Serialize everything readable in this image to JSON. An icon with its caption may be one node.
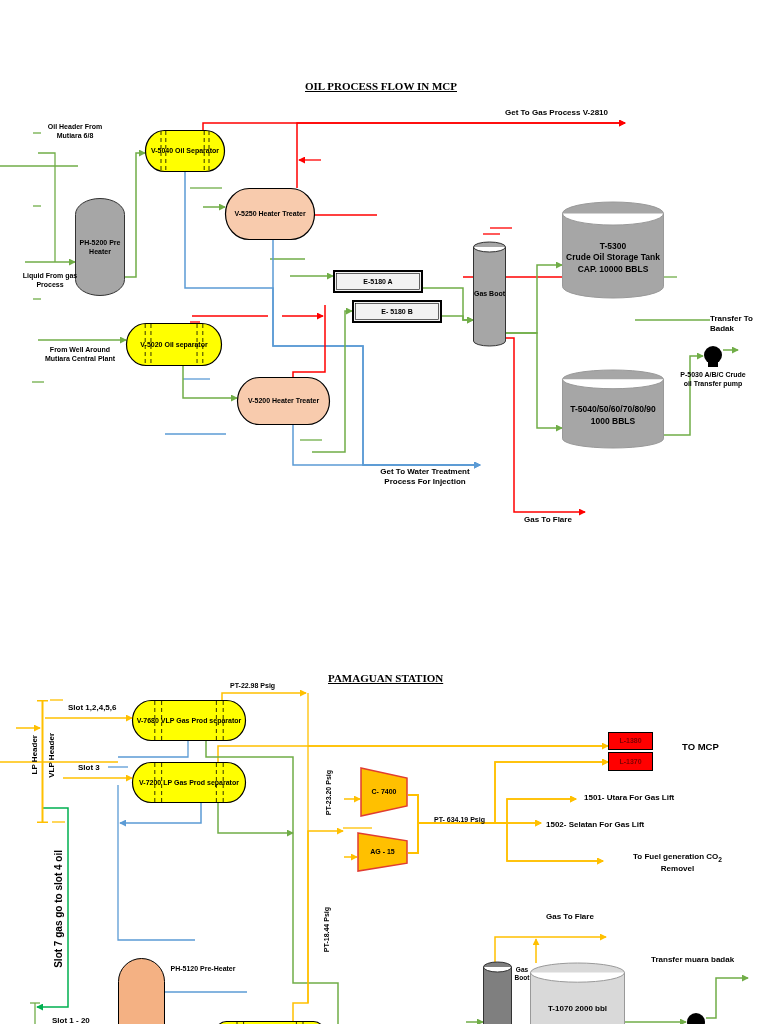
{
  "diagram": {
    "title": "OIL PROCESS FLOW IN MCP",
    "nodes": [
      {
        "text": [
          "V-5040 Oil Separator"
        ]
      },
      {
        "text": [
          "PH-5200 Pre Heater"
        ]
      },
      {
        "text": [
          "V-5250 Heater Treater"
        ]
      },
      {
        "text": [
          "E-5180 A"
        ]
      },
      {
        "text": [
          "E- 5180 B"
        ]
      },
      {
        "text": [
          "Gas Boot"
        ]
      },
      {
        "text": [
          "T-5300",
          "Crude Oil Storage Tank",
          "CAP. 10000 BBLS"
        ]
      },
      {
        "text": [
          "V-5020 Oil separator"
        ]
      },
      {
        "text": [
          "V-5200 Heater Treater"
        ]
      },
      {
        "text": [
          "T-5040/50/60/70/80/90 1000 BBLS"
        ]
      },
      {
        "text": [],
        "shape": "circle",
        "beside": [
          "P-5030 A/B/C Crude oil Transfer pump"
        ]
      },
      {
        "text": [
          "V-7680 VLP Gas Prod separator"
        ]
      },
      {
        "text": [
          "V-7200 LP Gas Prod separator"
        ]
      },
      {
        "text": [
          "C- 7400"
        ]
      },
      {
        "text": [
          "AG - 15"
        ]
      },
      {
        "text": [
          "L-1380"
        ]
      },
      {
        "text": [
          "L-1370"
        ]
      },
      {
        "text": [],
        "shape": "cylinder",
        "beside": [
          "PH-5120 Pre-Heater"
        ]
      },
      {
        "text": [],
        "shape": "cylinder"
      },
      {
        "text": [
          "T-1070 2000 bbl"
        ]
      },
      {
        "text": [],
        "shape": "circle"
      },
      {
        "text": [],
        "shape": "capsule"
      },
      {
        "text": [
          "Liquid From gas Process"
        ]
      },
      {
        "text": [
          "Get To Gas Process V-2810"
        ]
      },
      {
        "text": [
          "From Well Around Mutiara Central Plant"
        ]
      },
      {
        "text": [
          "Transfer To Badak"
        ]
      },
      {
        "text": [
          "Get To Water Treatment Process For Injection"
        ]
      },
      {
        "text": [
          "Gas To Flare"
        ]
      },
      {
        "text": [
          "1501- Utara For Gas Lift"
        ]
      },
      {
        "text": [
          "1502- Selatan For Gas Lift"
        ]
      },
      {
        "text": [
          "To Fuel generation CO$_{2}$ Removel"
        ]
      },
      {
        "text": [
          "Gas To Flare"
        ]
      },
      {
        "text": [
          "Transfer muara badak"
        ]
      },
      {
        "text": [],
        "shape": "bar"
      },
      {
        "text": [
          "Slot 1 - 20"
        ]
      }
    ],
    "edges": [
      {
        "from": 22,
        "to": 1,
        "arrow": "to"
      },
      {
        "from": 1,
        "to": 0,
        "arrow": "to"
      },
      {
        "from": null,
        "to": 2,
        "arrow": "to"
      },
      {
        "from": 0,
        "to": 23,
        "arrow": "to",
        "color": "#ff0000"
      },
      {
        "from": 2,
        "to": 23,
        "arrow": "to",
        "color": "#ff0000"
      },
      {
        "from": 0,
        "to": 26,
        "arrow": "to",
        "color": "#5b9bd5"
      },
      {
        "from": 2,
        "to": 26,
        "arrow": "to",
        "color": "#5b9bd5"
      },
      {
        "from": 8,
        "to": 26,
        "arrow": "to",
        "color": "#5b9bd5"
      },
      {
        "from": null,
        "to": 3,
        "arrow": "to"
      },
      {
        "from": null,
        "to": 4,
        "arrow": "to"
      },
      {
        "from": 3,
        "to": 5,
        "arrow": "to"
      },
      {
        "from": 4,
        "to": 5,
        "arrow": "to"
      },
      {
        "from": 5,
        "to": 6,
        "arrow": "to"
      },
      {
        "from": 5,
        "to": 9,
        "arrow": "to"
      },
      {
        "from": 5,
        "to": 27,
        "arrow": "to",
        "color": "#ff0000"
      },
      {
        "from": 24,
        "to": 7,
        "arrow": "to"
      },
      {
        "from": 7,
        "to": 8,
        "arrow": "to"
      },
      {
        "from": 8,
        "to": null,
        "arrow": "none",
        "color": "#ff0000"
      },
      {
        "from": 9,
        "to": 10,
        "arrow": "to"
      },
      {
        "from": 10,
        "to": 25,
        "arrow": "to"
      },
      {
        "from": 33,
        "to": 11,
        "arrow": "to",
        "color": "#ffc000"
      },
      {
        "from": null,
        "to": 12,
        "arrow": "to",
        "color": "#ffc000"
      },
      {
        "from": 11,
        "to": null,
        "arrow": "to",
        "color": "#ffc000"
      },
      {
        "from": 12,
        "to": 15,
        "arrow": "to",
        "color": "#ffc000"
      },
      {
        "from": 12,
        "to": null,
        "arrow": "to"
      },
      {
        "from": 11,
        "to": null,
        "arrow": "none"
      },
      {
        "from": 12,
        "to": null,
        "arrow": "to",
        "color": "#5b9bd5"
      },
      {
        "from": null,
        "to": 13,
        "arrow": "to",
        "color": "#ffc000"
      },
      {
        "from": null,
        "to": 14,
        "arrow": "to",
        "color": "#ffc000"
      },
      {
        "from": 13,
        "to": 16,
        "arrow": "to",
        "color": "#ffc000"
      },
      {
        "from": 14,
        "to": 16,
        "arrow": "to",
        "color": "#ffc000"
      },
      {
        "from": 13,
        "to": 28,
        "arrow": "to",
        "color": "#ffc000"
      },
      {
        "from": 14,
        "to": 28,
        "arrow": "to",
        "color": "#ffc000"
      },
      {
        "from": 13,
        "to": 29,
        "arrow": "to",
        "color": "#ffc000"
      },
      {
        "from": 14,
        "to": 29,
        "arrow": "to",
        "color": "#ffc000"
      },
      {
        "from": 13,
        "to": 30,
        "arrow": "to",
        "color": "#ffc000"
      },
      {
        "from": 14,
        "to": 30,
        "arrow": "to",
        "color": "#ffc000"
      },
      {
        "from": 18,
        "to": 31,
        "arrow": "to",
        "color": "#ffc000"
      },
      {
        "from": 19,
        "to": 31,
        "arrow": "to",
        "color": "#ffc000"
      },
      {
        "from": 19,
        "to": 20,
        "arrow": "to"
      },
      {
        "from": 20,
        "to": 32,
        "arrow": "to"
      },
      {
        "from": null,
        "to": 18,
        "arrow": "to"
      },
      {
        "from": 21,
        "to": 14,
        "arrow": "to",
        "color": "#ffc000"
      },
      {
        "from": null,
        "to": 25,
        "arrow": "none"
      },
      {
        "from": null,
        "to": 33,
        "arrow": "to",
        "color": "#ffc000"
      },
      {
        "from": 33,
        "to": 34,
        "arrow": "to",
        "color": "#00b050"
      }
    ],
    "labels": [
      "Oil Header From Mutiara 6/8",
      "PAMAGUAN STATION",
      "Slot 1,2,4,5,6",
      "Slot 3",
      "LP Header",
      "VLP Header",
      "PT-22.98 Psig",
      "PT-23.20 Psig",
      "PT- 634.19 Psig",
      "PT-18.44 Psig",
      "TO MCP",
      "Gas Boot",
      "Slot 7 gas go to slot 4 oil"
    ]
  }
}
